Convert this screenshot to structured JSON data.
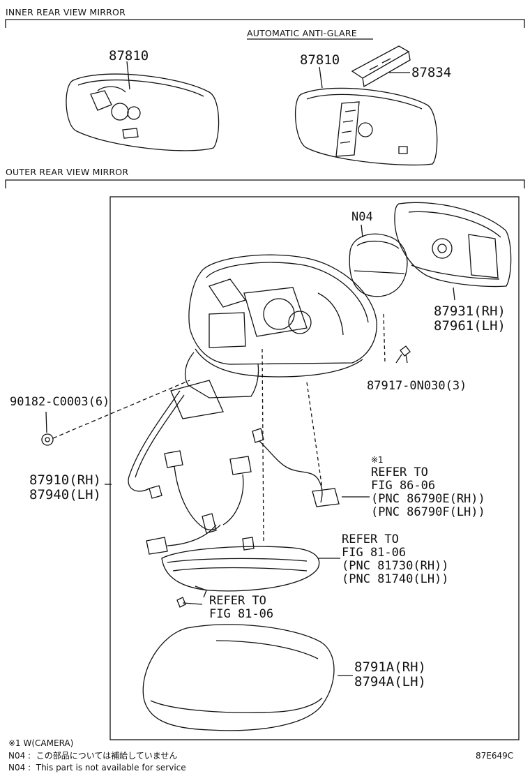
{
  "sections": {
    "inner": "INNER REAR VIEW MIRROR",
    "auto": "AUTOMATIC ANTI-GLARE",
    "outer": "OUTER REAR VIEW MIRROR"
  },
  "labels": {
    "p87810a": "87810",
    "p87810b": "87810",
    "p87834": "87834",
    "n04": "N04",
    "p87931": "87931(RH)",
    "p87961": "87961(LH)",
    "p87917": "87917-0N030(3)",
    "p90182": "90182-C0003(6)",
    "p87910": "87910(RH)",
    "p87940": "87940(LH)",
    "cam_mark": "※1",
    "cam_ref1": "REFER TO",
    "cam_ref2": "FIG 86-06",
    "cam_ref3": "(PNC 86790E(RH))",
    "cam_ref4": "(PNC 86790F(LH))",
    "turn_ref1": "REFER TO",
    "turn_ref2": "FIG 81-06",
    "turn_ref3": "(PNC 81730(RH))",
    "turn_ref4": "(PNC 81740(LH))",
    "screw_ref1": "REFER TO",
    "screw_ref2": "FIG 81-06",
    "p8791a": "8791A(RH)",
    "p8794a": "8794A(LH)"
  },
  "notes": {
    "n1": "※1 W(CAMERA)",
    "n2": "N04 :  この部品については補給していません",
    "n3": "N04 :  This part is not available for service",
    "code": "87E649C"
  }
}
